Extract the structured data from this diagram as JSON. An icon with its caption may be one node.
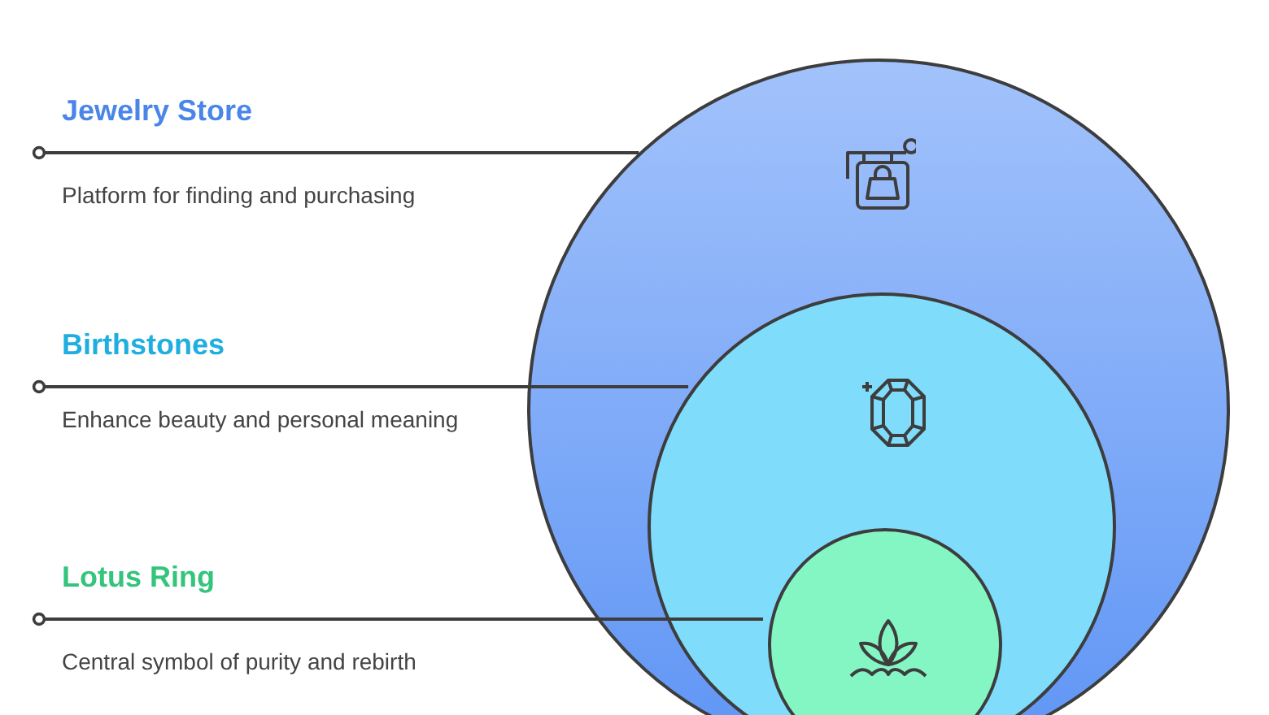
{
  "diagram": {
    "nodes": [
      {
        "text": [
          "Jewelry Store",
          "Platform for finding and purchasing"
        ]
      },
      {
        "text": [
          "Birthstones",
          "Enhance beauty and personal meaning"
        ]
      },
      {
        "text": [
          "Lotus Ring",
          "Central symbol of purity and rebirth"
        ]
      },
      {
        "text": [],
        "shape": "circle"
      },
      {
        "text": [],
        "shape": "circle",
        "in": 3
      },
      {
        "text": [],
        "shape": "circle",
        "in": 4
      }
    ],
    "edges": [
      {
        "from": 0,
        "to": 3,
        "arrow": "other"
      },
      {
        "from": 1,
        "to": 4,
        "arrow": "other"
      },
      {
        "from": 2,
        "to": 5,
        "arrow": "other"
      }
    ]
  }
}
